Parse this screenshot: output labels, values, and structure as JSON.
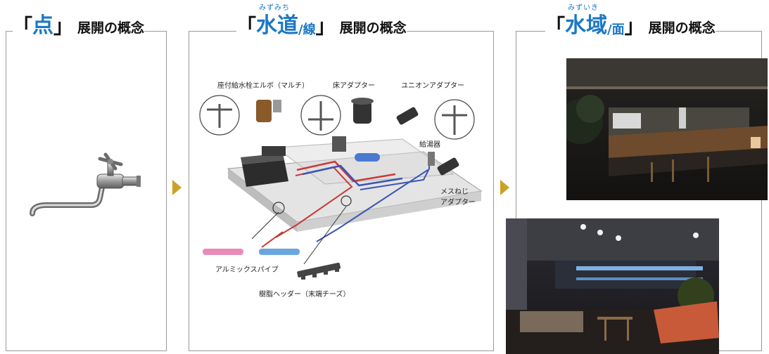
{
  "panels": [
    {
      "bracket_open": "「",
      "main": "点",
      "ruby": "",
      "sub": "",
      "bracket_close": "」",
      "suffix": "展開の概念"
    },
    {
      "bracket_open": "「",
      "main": "水道",
      "ruby": "みずみち",
      "sub": "/線",
      "bracket_close": "」",
      "suffix": "展開の概念"
    },
    {
      "bracket_open": "「",
      "main": "水域",
      "ruby": "みずいき",
      "sub": "/面",
      "bracket_close": "」",
      "suffix": "展開の概念"
    }
  ],
  "diagram_labels": {
    "elbow": "座付給水栓エルボ（マルチ）",
    "floor_adapter": "床アダプター",
    "union_adapter": "ユニオンアダプター",
    "water_heater": "給湯器",
    "female_adapter_1": "メスねじ",
    "female_adapter_2": "アダプター",
    "pipe": "アルミックスパイプ",
    "header": "樹脂ヘッダー（末端チーズ）"
  },
  "colors": {
    "accent_blue": "#1b78c5",
    "arrow_gold": "#c9a227",
    "frame_gray": "#9a9a9a",
    "hot_pipe": "#c83a3a",
    "cold_pipe": "#3a55b5"
  }
}
